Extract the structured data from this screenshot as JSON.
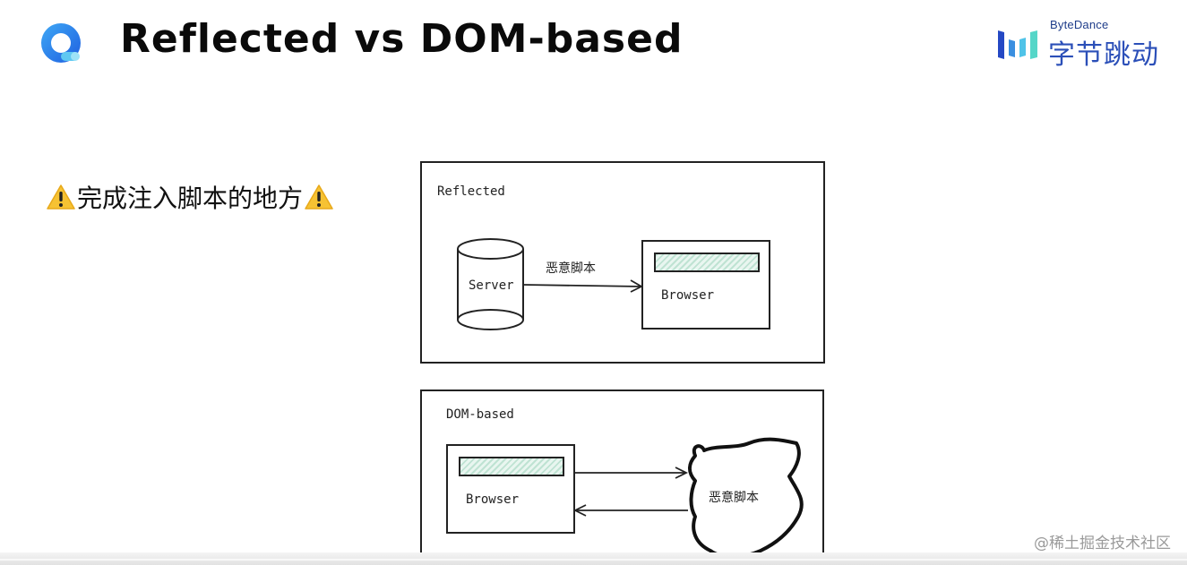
{
  "header": {
    "title": "Reflected vs DOM-based",
    "logo_icon": "app-logo-icon",
    "brand": {
      "name_en": "ByteDance",
      "name_cn": "字节跳动",
      "icon": "bytedance-bars-icon",
      "colors": [
        "#2448c4",
        "#3a8fe0",
        "#55d6c8"
      ]
    }
  },
  "bullet": {
    "icon": "warning-icon",
    "text": "完成注入脚本的地方"
  },
  "diagrams": {
    "reflected": {
      "label": "Reflected",
      "server_label": "Server",
      "arrow_label": "恶意脚本",
      "browser_label": "Browser"
    },
    "dom_based": {
      "label": "DOM-based",
      "browser_label": "Browser",
      "cloud_label": "恶意脚本"
    },
    "hatch_color": "#bfe3d3"
  },
  "watermark": "@稀土掘金技术社区"
}
